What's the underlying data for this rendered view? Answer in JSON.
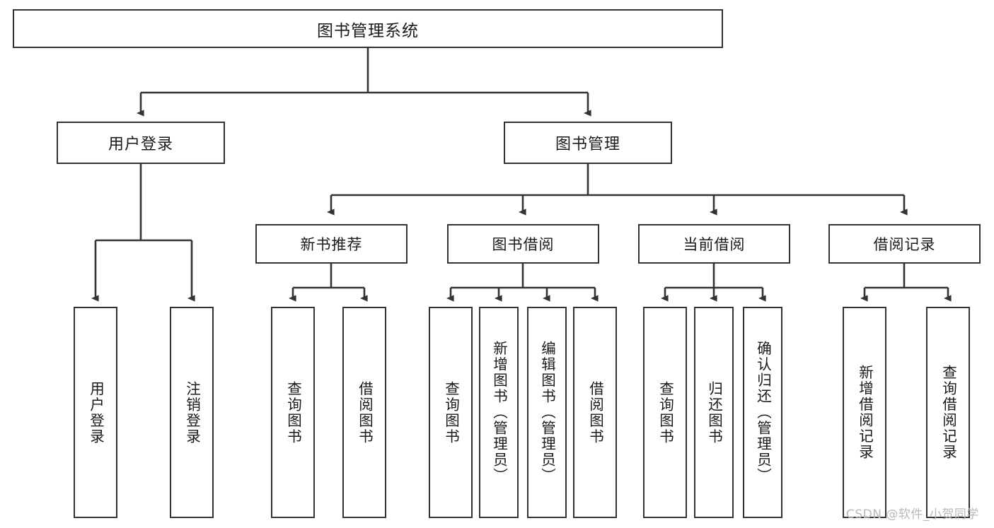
{
  "diagram": {
    "title": "图书管理系统",
    "type": "tree-hierarchy-diagram",
    "colors": {
      "background": "#ffffff",
      "box_border": "#333333",
      "box_fill": "#ffffff",
      "text": "#1a1a1a",
      "connector": "#333333",
      "watermark": "#b9b9b9"
    }
  },
  "root": {
    "label": "图书管理系统"
  },
  "level2": [
    {
      "label": "用户登录"
    },
    {
      "label": "图书管理"
    }
  ],
  "level3": [
    {
      "label": "新书推荐"
    },
    {
      "label": "图书借阅"
    },
    {
      "label": "当前借阅"
    },
    {
      "label": "借阅记录"
    }
  ],
  "leaves": {
    "user_login": [
      {
        "label": "用户登录"
      },
      {
        "label": "注销登录"
      }
    ],
    "new_book_recommend": [
      {
        "label": "查询图书"
      },
      {
        "label": "借阅图书"
      }
    ],
    "book_borrow": [
      {
        "label": "查询图书"
      },
      {
        "label": "新增图书（管理员）"
      },
      {
        "label": "编辑图书（管理员）"
      },
      {
        "label": "借阅图书"
      }
    ],
    "current_borrow": [
      {
        "label": "查询图书"
      },
      {
        "label": "归还图书"
      },
      {
        "label": "确认归还（管理员）"
      }
    ],
    "borrow_record": [
      {
        "label": "新增借阅记录"
      },
      {
        "label": "查询借阅记录"
      }
    ]
  },
  "watermark": {
    "text": "CSDN @软件_小贺同学"
  }
}
